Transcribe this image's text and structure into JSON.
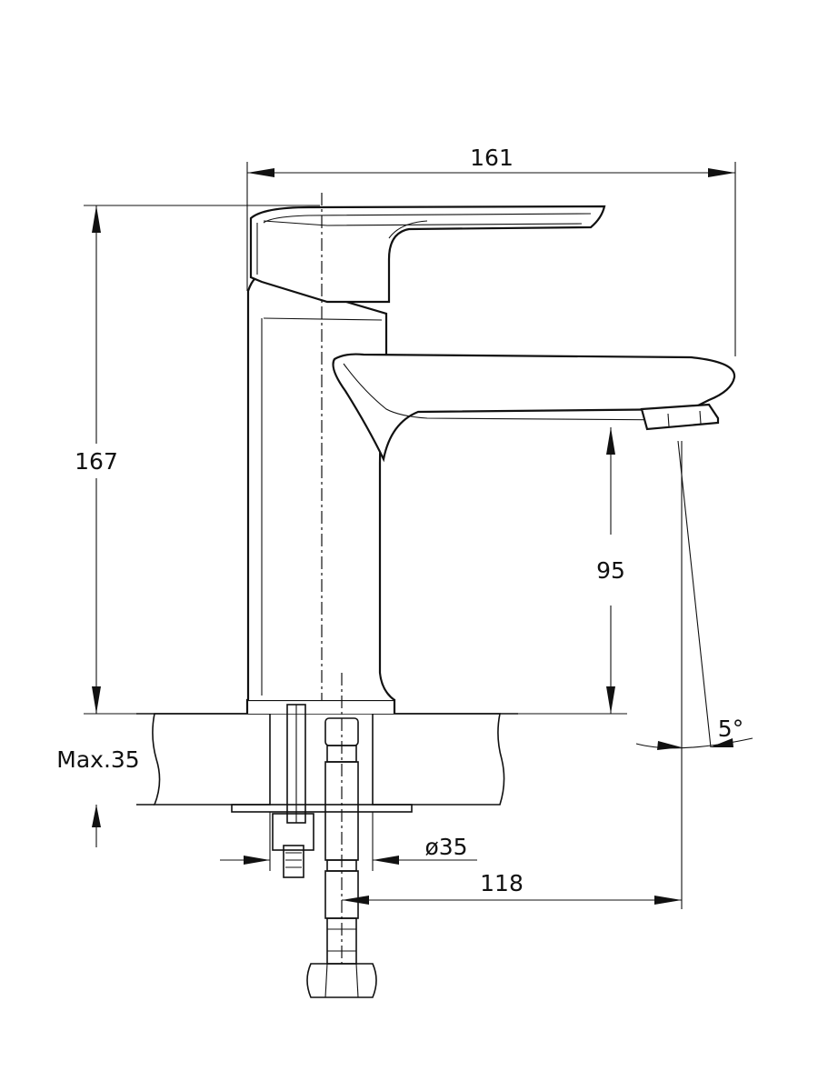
{
  "dimensions": {
    "width": "161",
    "height": "167",
    "spout_height": "95",
    "max_deck": "Max.35",
    "hole_diameter": "ø35",
    "reach": "118",
    "angle": "5°"
  }
}
